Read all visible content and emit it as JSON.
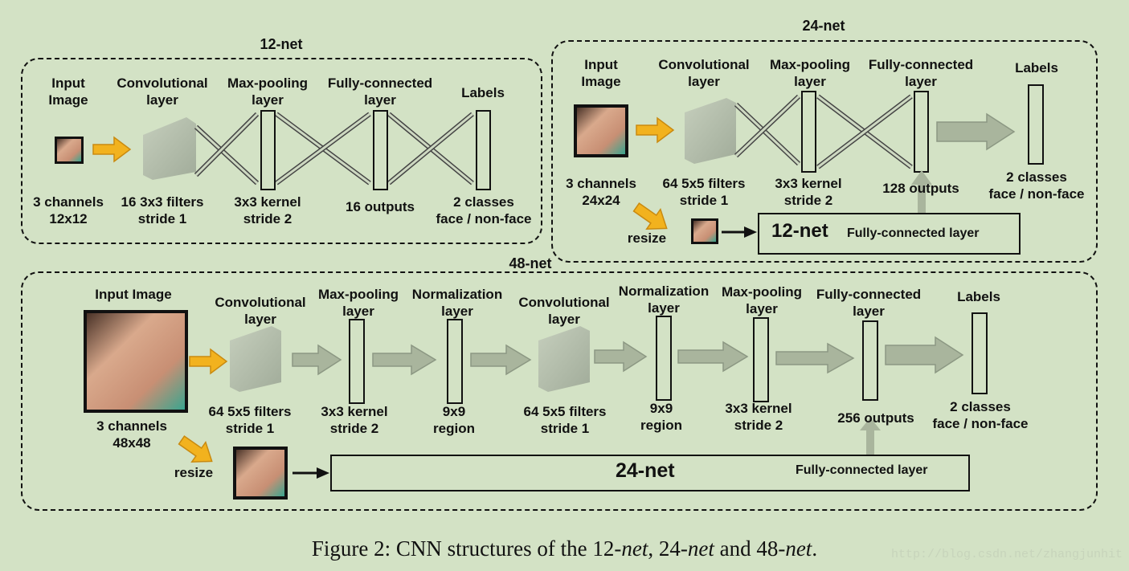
{
  "net12": {
    "title": "12-net",
    "input_label": "Input\nImage",
    "conv_label": "Convolutional\nlayer",
    "pool_label": "Max-pooling\nlayer",
    "fc_label": "Fully-connected\nlayer",
    "labels_label": "Labels",
    "input_desc": "3 channels\n12x12",
    "conv_desc": "16 3x3 filters\nstride 1",
    "pool_desc": "3x3 kernel\nstride 2",
    "fc_desc": "16 outputs",
    "labels_desc": "2 classes\nface / non-face"
  },
  "net24": {
    "title": "24-net",
    "input_label": "Input\nImage",
    "conv_label": "Convolutional\nlayer",
    "pool_label": "Max-pooling\nlayer",
    "fc_label": "Fully-connected\nlayer",
    "labels_label": "Labels",
    "input_desc": "3 channels\n24x24",
    "conv_desc": "64 5x5 filters\nstride 1",
    "pool_desc": "3x3 kernel\nstride 2",
    "fc_desc": "128 outputs",
    "labels_desc": "2 classes\nface / non-face",
    "resize_label": "resize",
    "sub_net_name": "12-net",
    "sub_net_layer": "Fully-connected layer"
  },
  "net48": {
    "title": "48-net",
    "input_label": "Input Image",
    "conv1_label": "Convolutional\nlayer",
    "pool1_label": "Max-pooling\nlayer",
    "norm1_label": "Normalization\nlayer",
    "conv2_label": "Convolutional\nlayer",
    "norm2_label": "Normalization\nlayer",
    "pool2_label": "Max-pooling\nlayer",
    "fc_label": "Fully-connected\nlayer",
    "labels_label": "Labels",
    "input_desc": "3 channels\n48x48",
    "conv1_desc": "64 5x5 filters\nstride 1",
    "pool1_desc": "3x3 kernel\nstride 2",
    "norm1_desc": "9x9\nregion",
    "conv2_desc": "64 5x5 filters\nstride 1",
    "norm2_desc": "9x9\nregion",
    "pool2_desc": "3x3 kernel\nstride 2",
    "fc_desc": "256 outputs",
    "labels_desc": "2 classes\nface / non-face",
    "resize_label": "resize",
    "sub_net_name": "24-net",
    "sub_net_layer": "Fully-connected layer"
  },
  "caption": {
    "prefix": "Figure 2: CNN structures of the 12-",
    "net1": "net",
    "sep1": ", 24-",
    "net2": "net",
    "sep2": " and 48-",
    "net3": "net",
    "suffix": "."
  },
  "watermark": "http://blog.csdn.net/zhangjunhit",
  "colors": {
    "background": "#d3e2c5",
    "input_arrow": "#f0b020",
    "flow_arrow": "#a8b59c",
    "conv_block": "#a9b3a1"
  }
}
